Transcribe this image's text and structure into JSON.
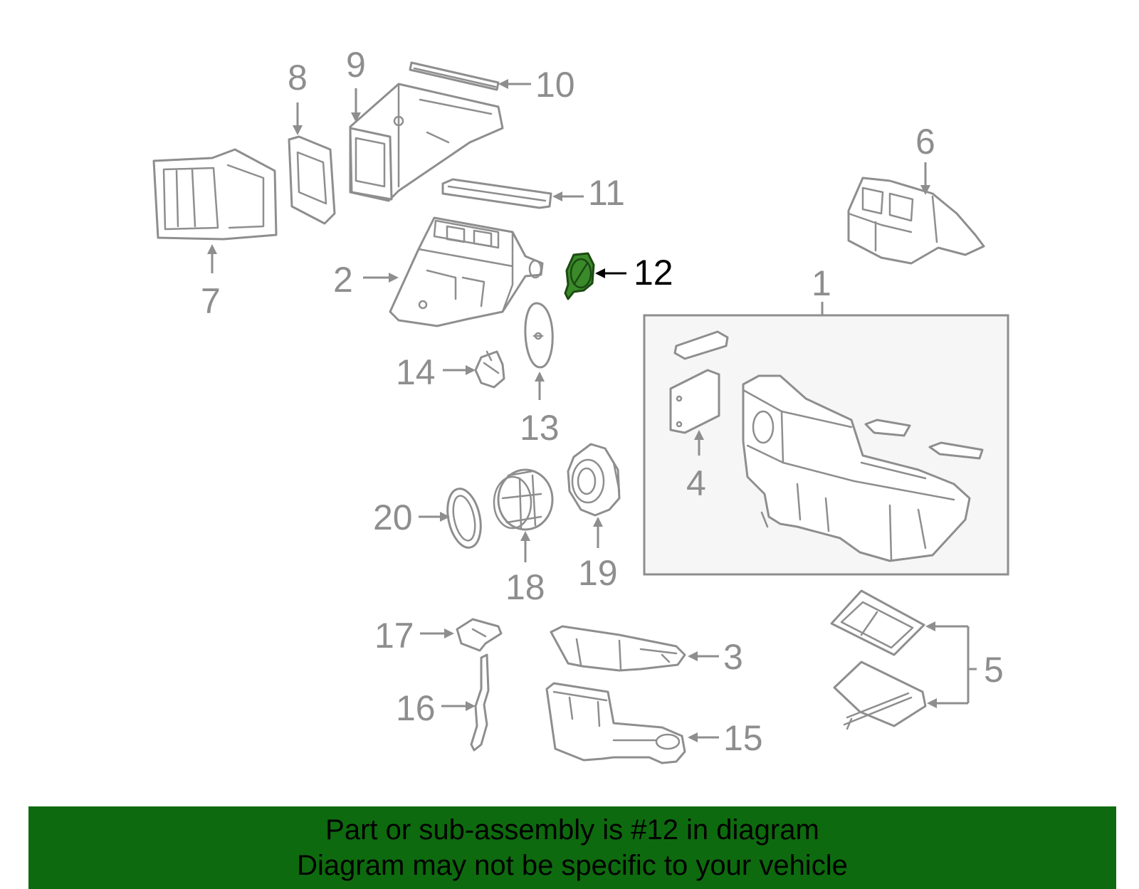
{
  "callouts": {
    "c1": "1",
    "c2": "2",
    "c3": "3",
    "c4": "4",
    "c5": "5",
    "c6": "6",
    "c7": "7",
    "c8": "8",
    "c9": "9",
    "c10": "10",
    "c11": "11",
    "c12": "12",
    "c13": "13",
    "c14": "14",
    "c15": "15",
    "c16": "16",
    "c17": "17",
    "c18": "18",
    "c19": "19",
    "c20": "20"
  },
  "highlighted_part": "12",
  "colors": {
    "line_gray": "#8e8e8e",
    "highlight_green": "#3a8a2a",
    "banner_green": "#0e6a0e",
    "inset_bg": "#f6f6f6"
  },
  "banner": {
    "line1": "Part or sub-assembly is #12 in diagram",
    "line2": "Diagram may not be specific to your vehicle"
  }
}
